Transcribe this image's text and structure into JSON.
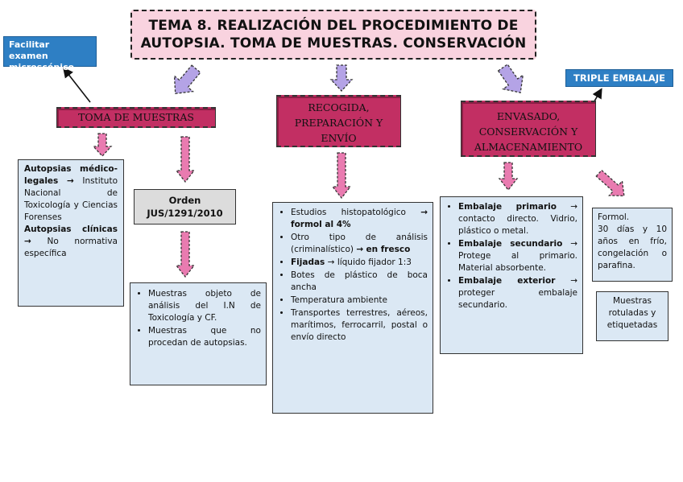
{
  "title": {
    "line1": "TEMA 8. REALIZACIÓN DEL PROCEDIMIENTO DE",
    "line2": "AUTOPSIA. TOMA DE MUESTRAS. CONSERVACIÓN"
  },
  "tags": {
    "left_line1": "Facilitar examen",
    "left_line2": "microscópico",
    "right": "TRIPLE EMBALAJE"
  },
  "ribbons": {
    "toma": "TOMA DE MUESTRAS",
    "recogida_l1": "RECOGIDA,",
    "recogida_l2": "PREPARACIÓN Y",
    "recogida_l3": "ENVÍO",
    "envasado_l1": "ENVASADO,",
    "envasado_l2": "CONSERVACIÓN Y",
    "envasado_l3": "ALMACENAMIENTO"
  },
  "autopsias": {
    "ml_title": "Autopsias médico-legales",
    "arrow": "→",
    "ml_text": "Instituto Nacional de Toxicología y Ciencias Forenses",
    "cl_title": "Autopsias clínicas",
    "cl_text": "No normativa específica"
  },
  "orden": {
    "line1": "Orden",
    "line2": "JUS/1291/2010"
  },
  "muestras": {
    "item1": "Muestras objeto de análisis del I.N de Toxicología y CF.",
    "item2": "Muestras que no procedan de autopsias."
  },
  "estudios": {
    "i1_text": "Estudios histopatológico",
    "i1_bold": "formol al 4%",
    "i2_text": "Otro tipo de análisis (criminalístico)",
    "i2_bold": "en fresco",
    "i3_bold": "Fijadas",
    "i3_text": "líquido fijador 1:3",
    "i4": "Botes de plástico de boca ancha",
    "i5": "Temperatura ambiente",
    "i6": "Transportes terrestres, aéreos, marítimos, ferrocarril, postal o envío directo"
  },
  "embalaje": {
    "p_title": "Embalaje primario",
    "p_text": "contacto directo. Vidrio, plástico o metal.",
    "s_title": "Embalaje secundario",
    "s_text": "Protege al primario. Material absorbente.",
    "e_title": "Embalaje exterior",
    "e_text": "proteger embalaje secundario."
  },
  "formol": {
    "line1": "Formol.",
    "text": "30 días y 10 años en frío, congelación o parafina."
  },
  "rotuladas": {
    "text": "Muestras rotuladas y etiquetadas"
  },
  "colors": {
    "title_bg": "#f9d3df",
    "ribbon": "#c22f63",
    "box_blue": "#dbe8f4",
    "tag_blue": "#2e7fc4",
    "arrow_purple": "#b4a3e6",
    "arrow_pink": "#e97bb0"
  }
}
